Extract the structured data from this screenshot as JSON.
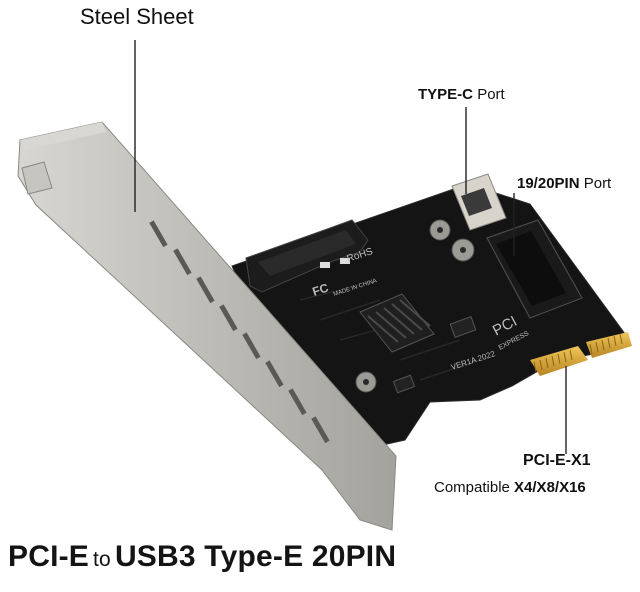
{
  "labels": {
    "steel_sheet": "Steel Sheet",
    "type_c": "TYPE-C",
    "type_c_suffix": "Port",
    "pin": "19/20PIN",
    "pin_suffix": "Port",
    "pcie": "PCI-E-X1",
    "compat_prefix": "Compatible",
    "compat_values": "X4/X8/X16"
  },
  "title": {
    "part1": "PCI-E",
    "to": "to",
    "part2": "USB3 Type-E 20PIN"
  },
  "board_text": {
    "rohs": "RoHS",
    "fc": "FC",
    "made_in": "MADE IN CHINA",
    "pci": "PCI",
    "express": "EXPRESS",
    "version": "VER1A 2022"
  },
  "colors": {
    "pcb": "#141414",
    "bracket": "#b9b7b2",
    "gold": "#d8a637",
    "leader": "#222222"
  }
}
